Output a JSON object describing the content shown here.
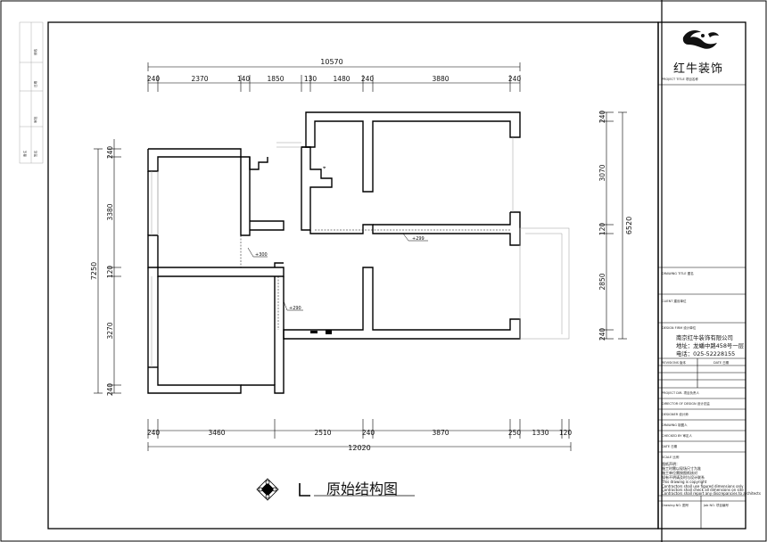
{
  "brand": {
    "name": "红牛装饰",
    "logo_icon": "bull-logo-icon"
  },
  "drawing_title": "原始结构图",
  "company": {
    "name": "南京红牛装饰有限公司",
    "address": "地址：龙蟠中路458号一层",
    "phone": "电话：025-52228155"
  },
  "titleblock": {
    "project_title": "PROJECT TITLE  项目名称",
    "drawing_title": "DRAWING TITLE  图名",
    "client": "CLIENT  建设单位",
    "design_firm": "DESIGN FIRM  设计单位",
    "revisions": "REVISIONS  版本",
    "date_col": "DATE  日期",
    "project_dir": "PROJECT DIR.  项目负责人",
    "director_design": "DIRECTOR OF DESIGN  设计总监",
    "designer": "DESIGNER  设计师",
    "drawing": "DRAWING  制图人",
    "checked_by": "CHECKED BY  审定人",
    "date": "DATE  日期",
    "scale": "SCALE  比例",
    "drawing_no": "Drawing NO.  图号",
    "job_no": "Job NO.  项目编号"
  },
  "notes": [
    "图纸声明：",
    "施工时需以现场尺寸为准",
    "施工单位需按图纸核对",
    "如有不明请及时与设计联系",
    "This drawing is copyright",
    "Contractors shall use figured dimensions only",
    "Contractors shall check all dimensions on site",
    "Contractors shall report any discrepancies to architects"
  ],
  "left_strip": [
    "修改",
    "日期",
    "审批",
    "签名",
    "备注"
  ],
  "dims": {
    "top_total": "10570",
    "top": [
      "240",
      "2370",
      "140",
      "1850",
      "130",
      "1480",
      "240",
      "3880",
      "240"
    ],
    "bottom_total": "12020",
    "bottom": [
      "240",
      "3460",
      "2510",
      "240",
      "3870",
      "250",
      "1330",
      "120"
    ],
    "left_total": "7250",
    "left": [
      "240",
      "3380",
      "120",
      "3270",
      "240"
    ],
    "right_total": "6520",
    "right": [
      "240",
      "3070",
      "120",
      "2850",
      "240"
    ]
  },
  "levels": [
    "+299",
    "+300",
    "+290"
  ]
}
